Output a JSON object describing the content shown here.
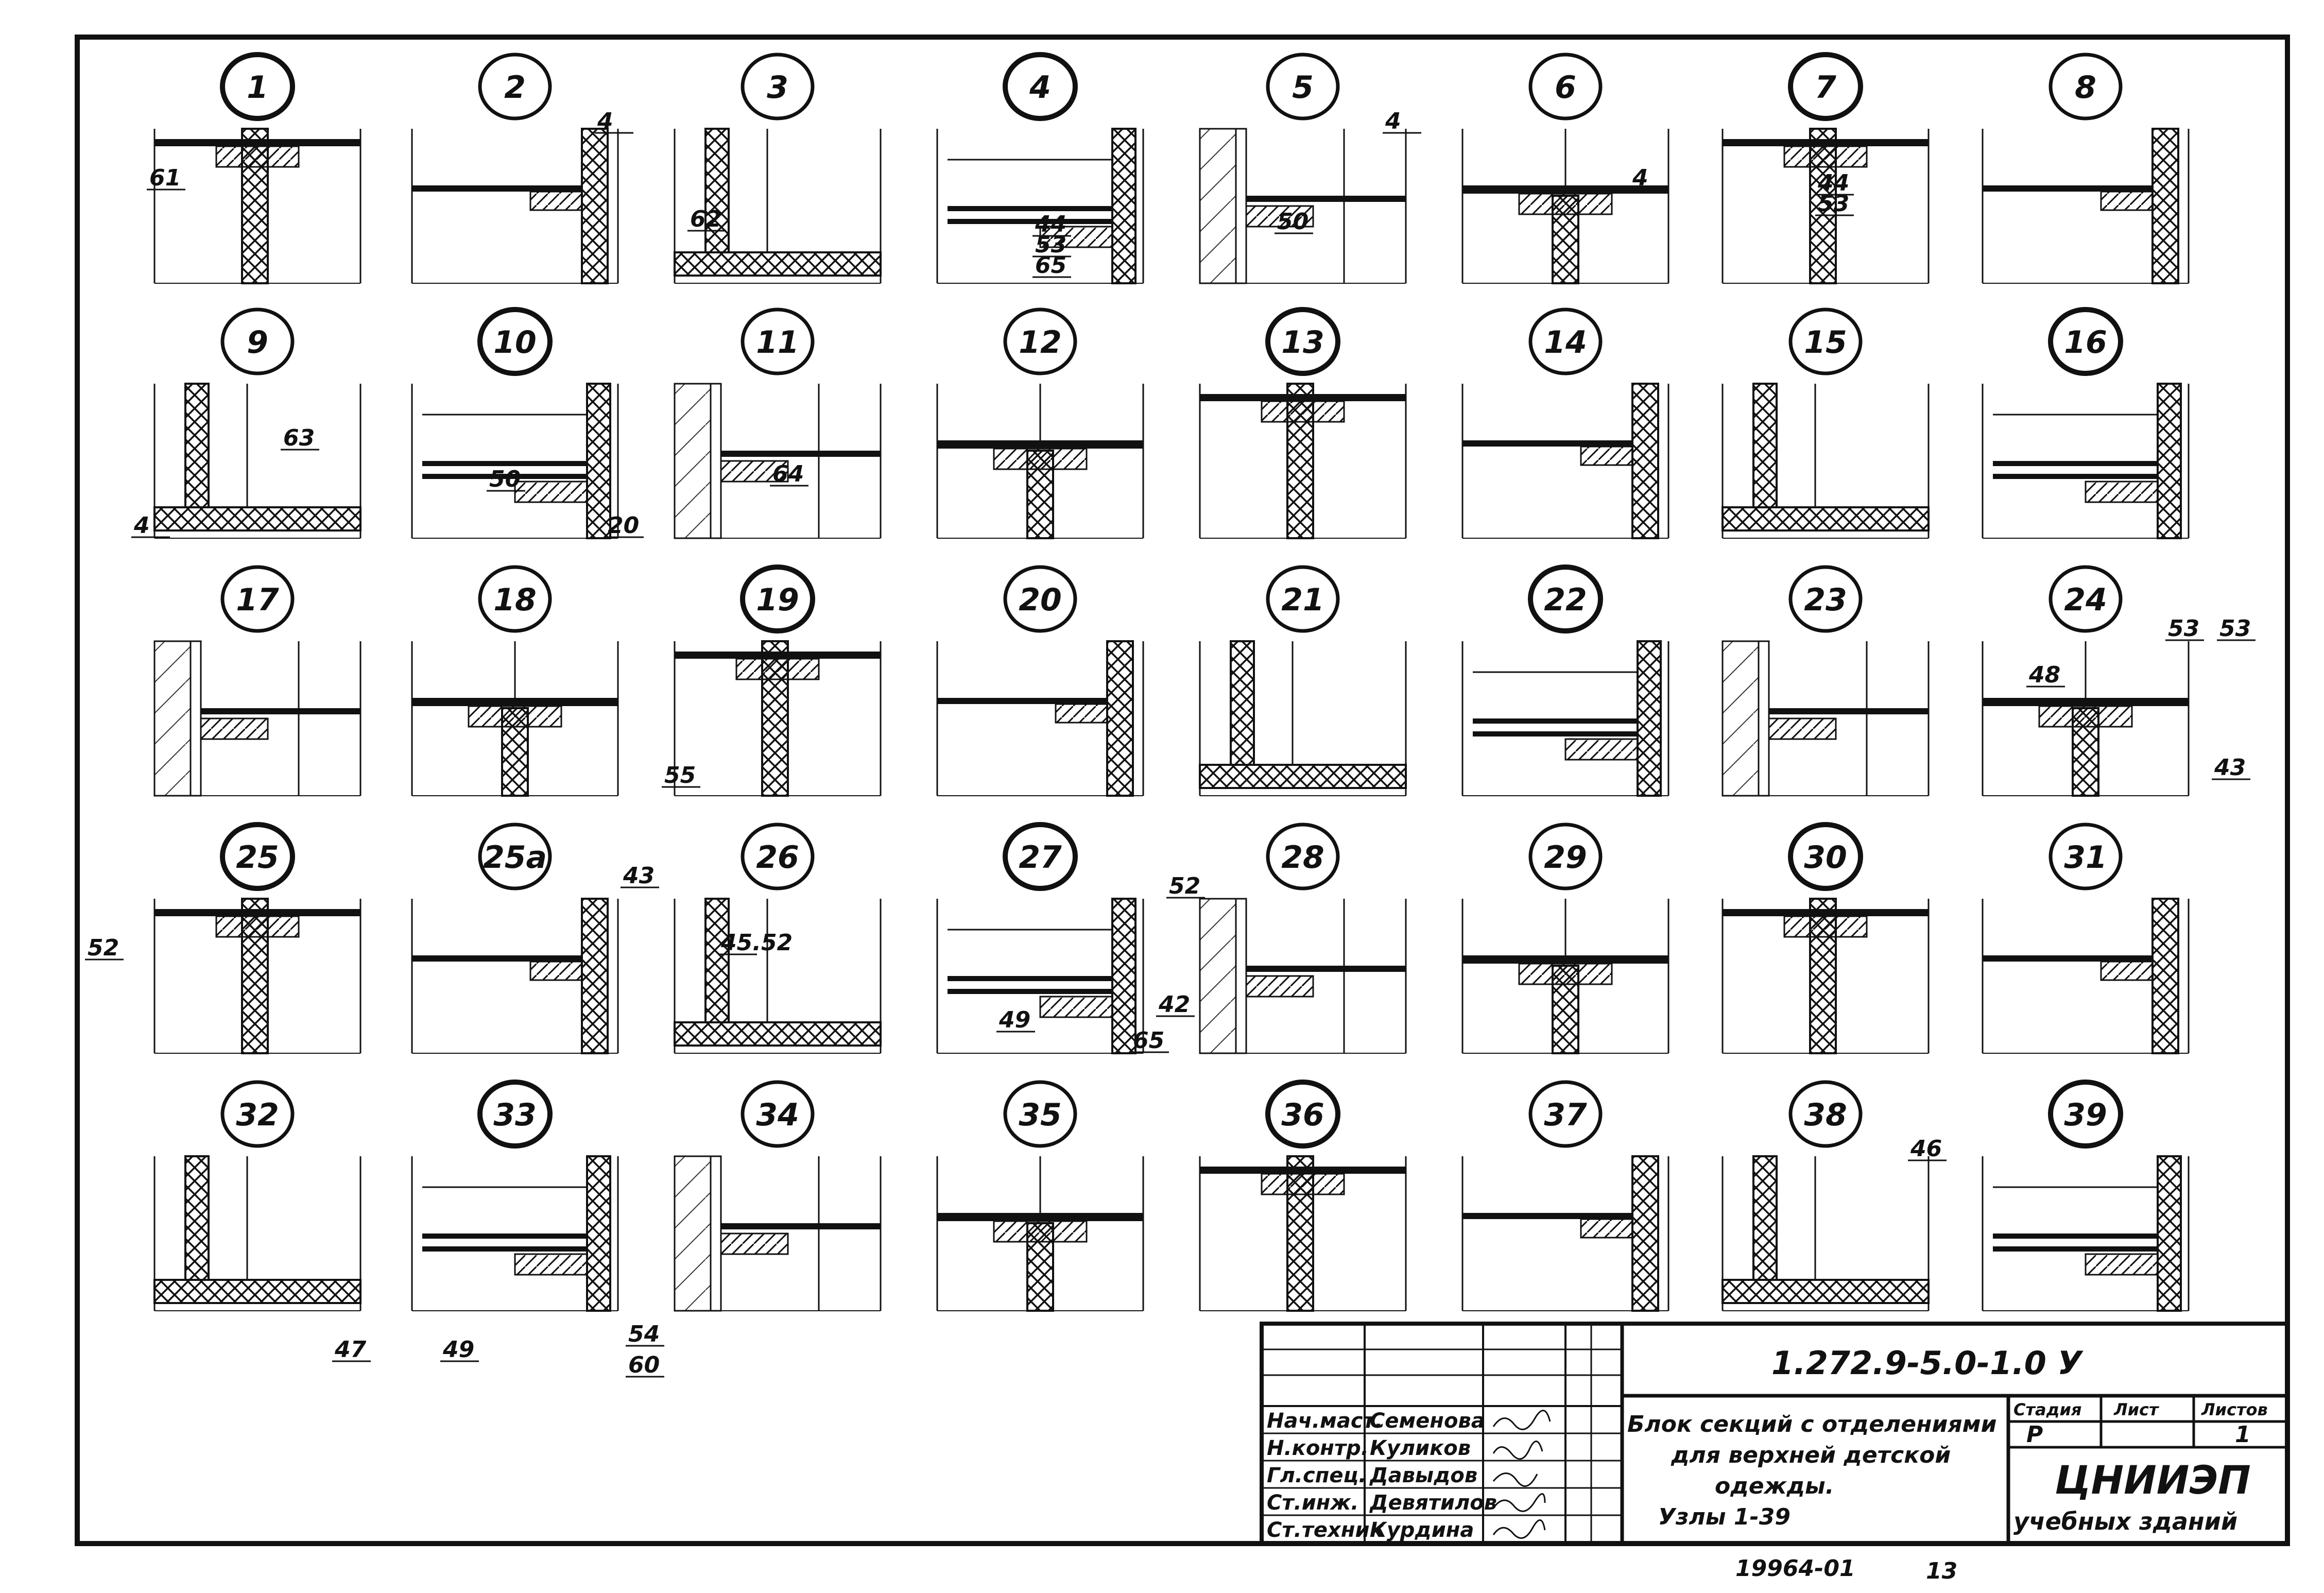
{
  "details": [
    {
      "id": "1",
      "labels": [
        "61"
      ]
    },
    {
      "id": "2",
      "labels": [
        "4"
      ]
    },
    {
      "id": "3",
      "labels": [
        "62"
      ]
    },
    {
      "id": "4",
      "labels": [
        "44",
        "53",
        "65"
      ]
    },
    {
      "id": "5",
      "labels": [
        "4",
        "50"
      ]
    },
    {
      "id": "6",
      "labels": [
        "4"
      ]
    },
    {
      "id": "7",
      "labels": [
        "44",
        "53"
      ]
    },
    {
      "id": "8",
      "labels": []
    },
    {
      "id": "9",
      "labels": [
        "63",
        "4"
      ]
    },
    {
      "id": "10",
      "labels": [
        "50",
        "20"
      ]
    },
    {
      "id": "11",
      "labels": [
        "64"
      ]
    },
    {
      "id": "12",
      "labels": []
    },
    {
      "id": "13",
      "labels": []
    },
    {
      "id": "14",
      "labels": []
    },
    {
      "id": "15",
      "labels": []
    },
    {
      "id": "16",
      "labels": []
    },
    {
      "id": "17",
      "labels": []
    },
    {
      "id": "18",
      "labels": []
    },
    {
      "id": "19",
      "labels": [
        "55"
      ]
    },
    {
      "id": "20",
      "labels": []
    },
    {
      "id": "21",
      "labels": []
    },
    {
      "id": "22",
      "labels": []
    },
    {
      "id": "23",
      "labels": []
    },
    {
      "id": "24",
      "labels": [
        "53",
        "53",
        "48",
        "43"
      ]
    },
    {
      "id": "25",
      "labels": [
        "52"
      ]
    },
    {
      "id": "25a",
      "labels": [
        "43"
      ]
    },
    {
      "id": "26",
      "labels": [
        "45.52"
      ]
    },
    {
      "id": "27",
      "labels": [
        "52",
        "49",
        "42"
      ]
    },
    {
      "id": "28",
      "labels": [
        "65"
      ]
    },
    {
      "id": "29",
      "labels": []
    },
    {
      "id": "30",
      "labels": []
    },
    {
      "id": "31",
      "labels": []
    },
    {
      "id": "32",
      "labels": [
        "47"
      ]
    },
    {
      "id": "33",
      "labels": [
        "49",
        "54",
        "60"
      ]
    },
    {
      "id": "34",
      "labels": []
    },
    {
      "id": "35",
      "labels": []
    },
    {
      "id": "36",
      "labels": []
    },
    {
      "id": "37",
      "labels": []
    },
    {
      "id": "38",
      "labels": []
    },
    {
      "id": "39",
      "labels": [
        "46"
      ]
    }
  ],
  "title_block": {
    "drawing_code": "1.272.9-5.0-1.0 У",
    "signatures": [
      {
        "role": "Нач.маст.",
        "name": "Семенова"
      },
      {
        "role": "Н.контр.",
        "name": "Куликов"
      },
      {
        "role": "Гл.спец.",
        "name": "Давыдов"
      },
      {
        "role": "Ст.инж.",
        "name": "Девятилов"
      },
      {
        "role": "Ст.техник",
        "name": "Курдина"
      }
    ],
    "title_lines": [
      "Блок секций с отделениями",
      "для верхней детской",
      "одежды.",
      "Узлы 1-39"
    ],
    "stage_header": "Стадия",
    "sheet_header": "Лист",
    "sheets_header": "Листов",
    "stage": "Р",
    "sheets": "1",
    "org_line1": "ЦНИИЭП",
    "org_line2": "учебных зданий"
  },
  "footer": {
    "archive_no": "19964-01",
    "page": "13"
  },
  "colors": {
    "ink": "#111111",
    "paper": "#ffffff"
  }
}
